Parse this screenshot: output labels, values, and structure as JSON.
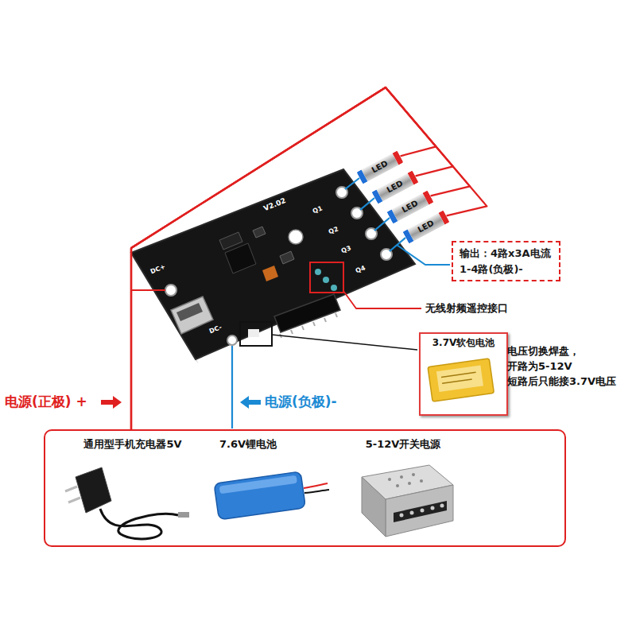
{
  "diagram": {
    "nodes": [
      {
        "text": [
          "LED"
        ]
      },
      {
        "text": [
          "LED"
        ]
      },
      {
        "text": [
          "LED"
        ]
      },
      {
        "text": [
          "LED"
        ]
      },
      {
        "text": [
          "输出：4路x3A电流 1-4路(负极)-"
        ]
      },
      {
        "text": [
          "3.7V软包电池"
        ]
      },
      {
        "text": [
          "通用型手机充电器5V",
          "7.6V锂电池",
          "5-12V开关电源"
        ]
      }
    ],
    "edges": [
      {
        "from": 6,
        "to": 0,
        "arrow": "none"
      },
      {
        "from": 6,
        "to": 1,
        "arrow": "none"
      },
      {
        "from": 6,
        "to": 2,
        "arrow": "none"
      },
      {
        "from": 6,
        "to": 3,
        "arrow": "none"
      }
    ],
    "labels": [
      "V2.02",
      "Q1",
      "Q2",
      "Q3",
      "Q4",
      "DC+",
      "DC-",
      "无线射频遥控接口",
      "电压切换焊盘， 开路为5-12V 短路后只能接3.7V电压",
      "电源(正极) +",
      "电源(负极)-"
    ]
  }
}
